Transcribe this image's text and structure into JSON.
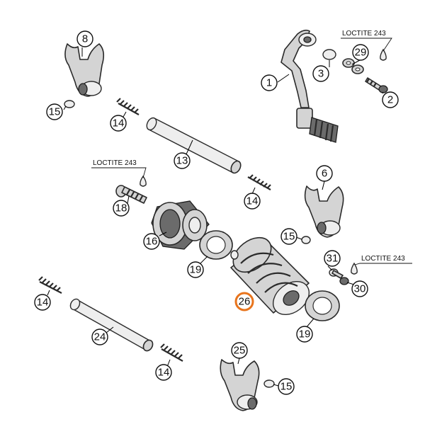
{
  "colors": {
    "part_fill": "#d4d4d4",
    "outline": "#2a2a2a",
    "highlight": "#e8741c"
  },
  "callouts": {
    "c1": "1",
    "c2": "2",
    "c3": "3",
    "c6": "6",
    "c8": "8",
    "c13": "13",
    "c14a": "14",
    "c14b": "14",
    "c14c": "14",
    "c14d": "14",
    "c15a": "15",
    "c15b": "15",
    "c15c": "15",
    "c16": "16",
    "c18": "18",
    "c19a": "19",
    "c19b": "19",
    "c24": "24",
    "c25": "25",
    "c26": "26",
    "c29": "29",
    "c30": "30",
    "c31": "31"
  },
  "notes": {
    "loctite_top": "LOCTITE 243",
    "loctite_left": "LOCTITE 243",
    "loctite_right": "LOCTITE 243"
  },
  "highlighted_part": "26"
}
